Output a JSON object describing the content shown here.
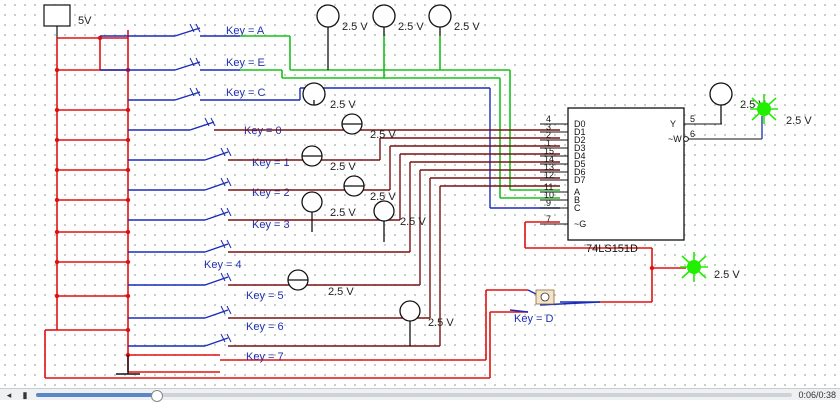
{
  "schematic": {
    "supply_label": "5V",
    "probe_label": "2.5 V",
    "chip": {
      "name": "74LS151D",
      "pins_left": [
        {
          "num": "4",
          "name": "D0"
        },
        {
          "num": "3",
          "name": "D1"
        },
        {
          "num": "2",
          "name": "D2"
        },
        {
          "num": "1",
          "name": "D3"
        },
        {
          "num": "15",
          "name": "D4"
        },
        {
          "num": "14",
          "name": "D5"
        },
        {
          "num": "13",
          "name": "D6"
        },
        {
          "num": "12",
          "name": "D7"
        },
        {
          "num": "11",
          "name": "A"
        },
        {
          "num": "10",
          "name": "B"
        },
        {
          "num": "9",
          "name": "C"
        },
        {
          "num": "7",
          "name": "~G"
        }
      ],
      "pins_right": [
        {
          "num": "5",
          "name": "Y"
        },
        {
          "num": "6",
          "name": "~W"
        }
      ]
    },
    "switch_keys": [
      "Key = A",
      "Key = E",
      "Key = C",
      "Key = 0",
      "Key = 1",
      "Key = 2",
      "Key = 3",
      "Key = 4",
      "Key = 5",
      "Key = 6",
      "Key = 7"
    ],
    "side_switch_key": "Key = D",
    "colors": {
      "supply_wire": "#e01010",
      "select_wire": "#18c018",
      "switch_wire": "#1a2bb8",
      "signal_wire": "#7a1010",
      "led_on": "#22ee00"
    }
  },
  "player": {
    "time": "0:06/0:38",
    "progress": 0.158
  }
}
